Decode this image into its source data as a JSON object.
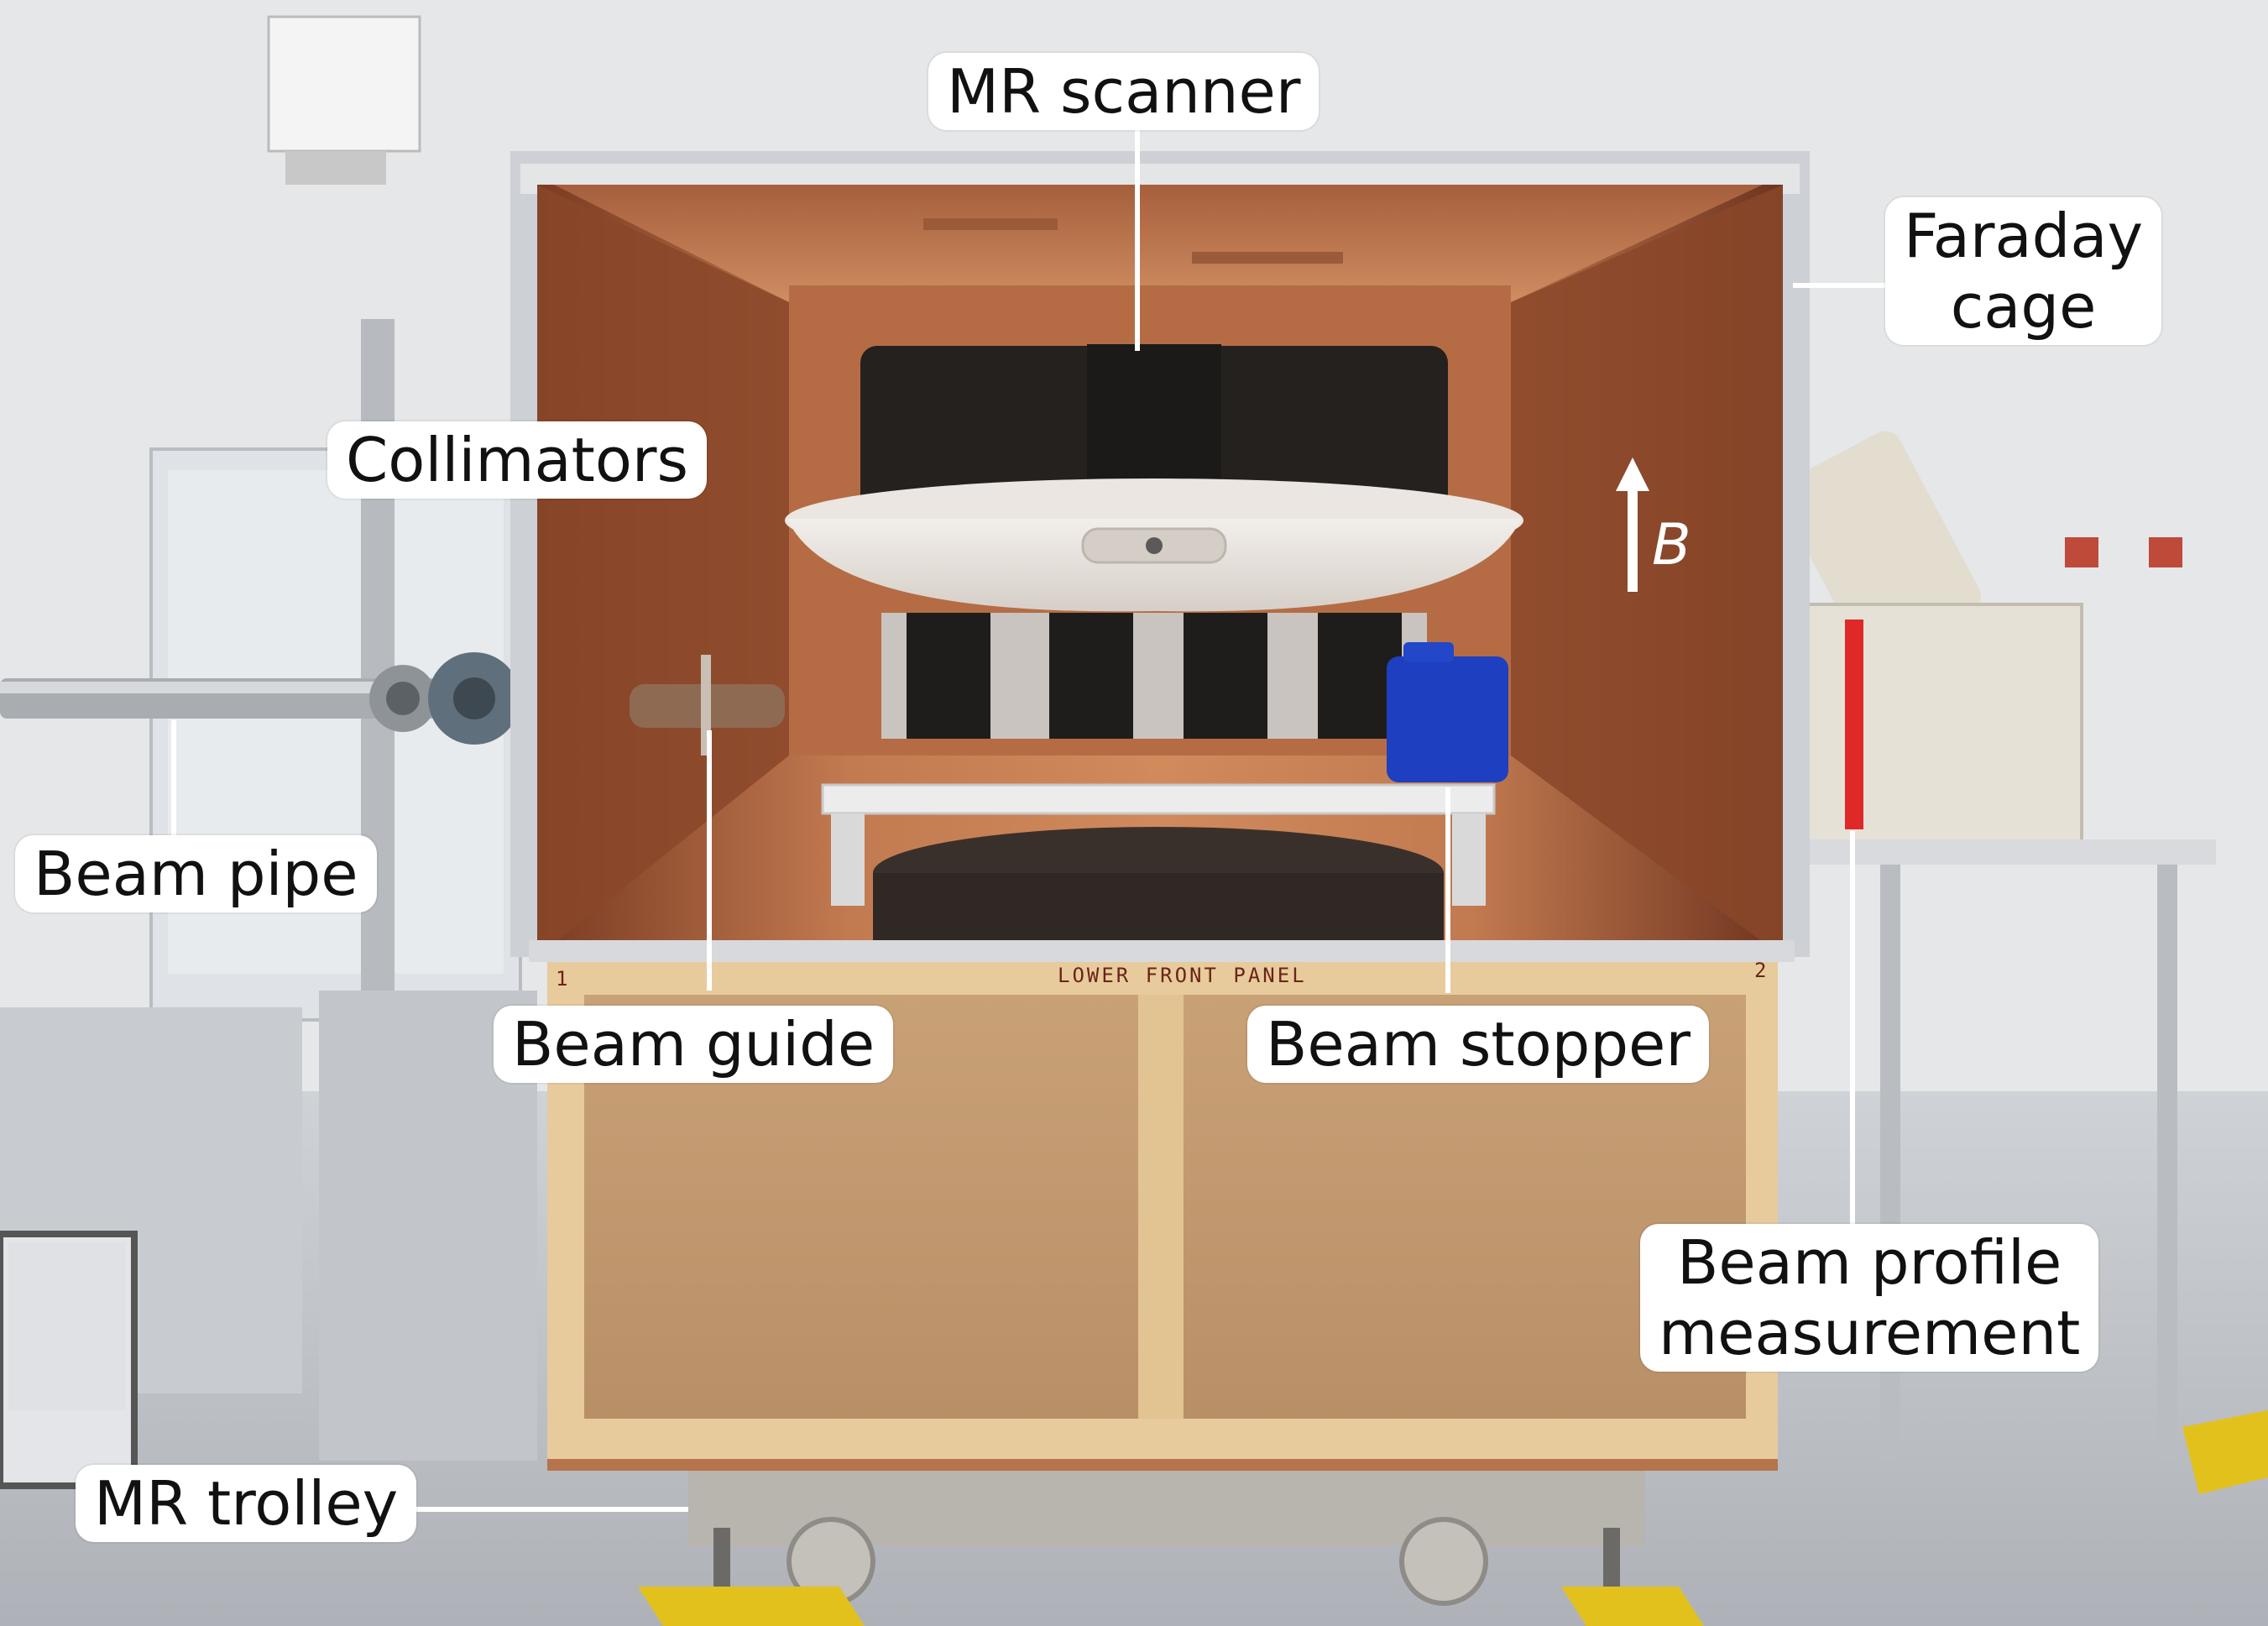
{
  "labels": {
    "mr_scanner": "MR scanner",
    "faraday_cage": [
      "Faraday",
      "cage"
    ],
    "collimators": "Collimators",
    "beam_pipe": "Beam pipe",
    "beam_guide": "Beam guide",
    "beam_stopper": "Beam stopper",
    "beam_profile": [
      "Beam profile",
      "measurement"
    ],
    "mr_trolley": "MR trolley"
  },
  "field_label": "B",
  "panel": {
    "title": "LOWER FRONT PANEL",
    "mark_left": "1",
    "mark_right": "2"
  },
  "colors": {
    "copper": "#b8734d",
    "wood": "#c79f73",
    "frame": "#e9cf9f",
    "label_bg": "#ffffff",
    "accent_red": "#e02828"
  }
}
